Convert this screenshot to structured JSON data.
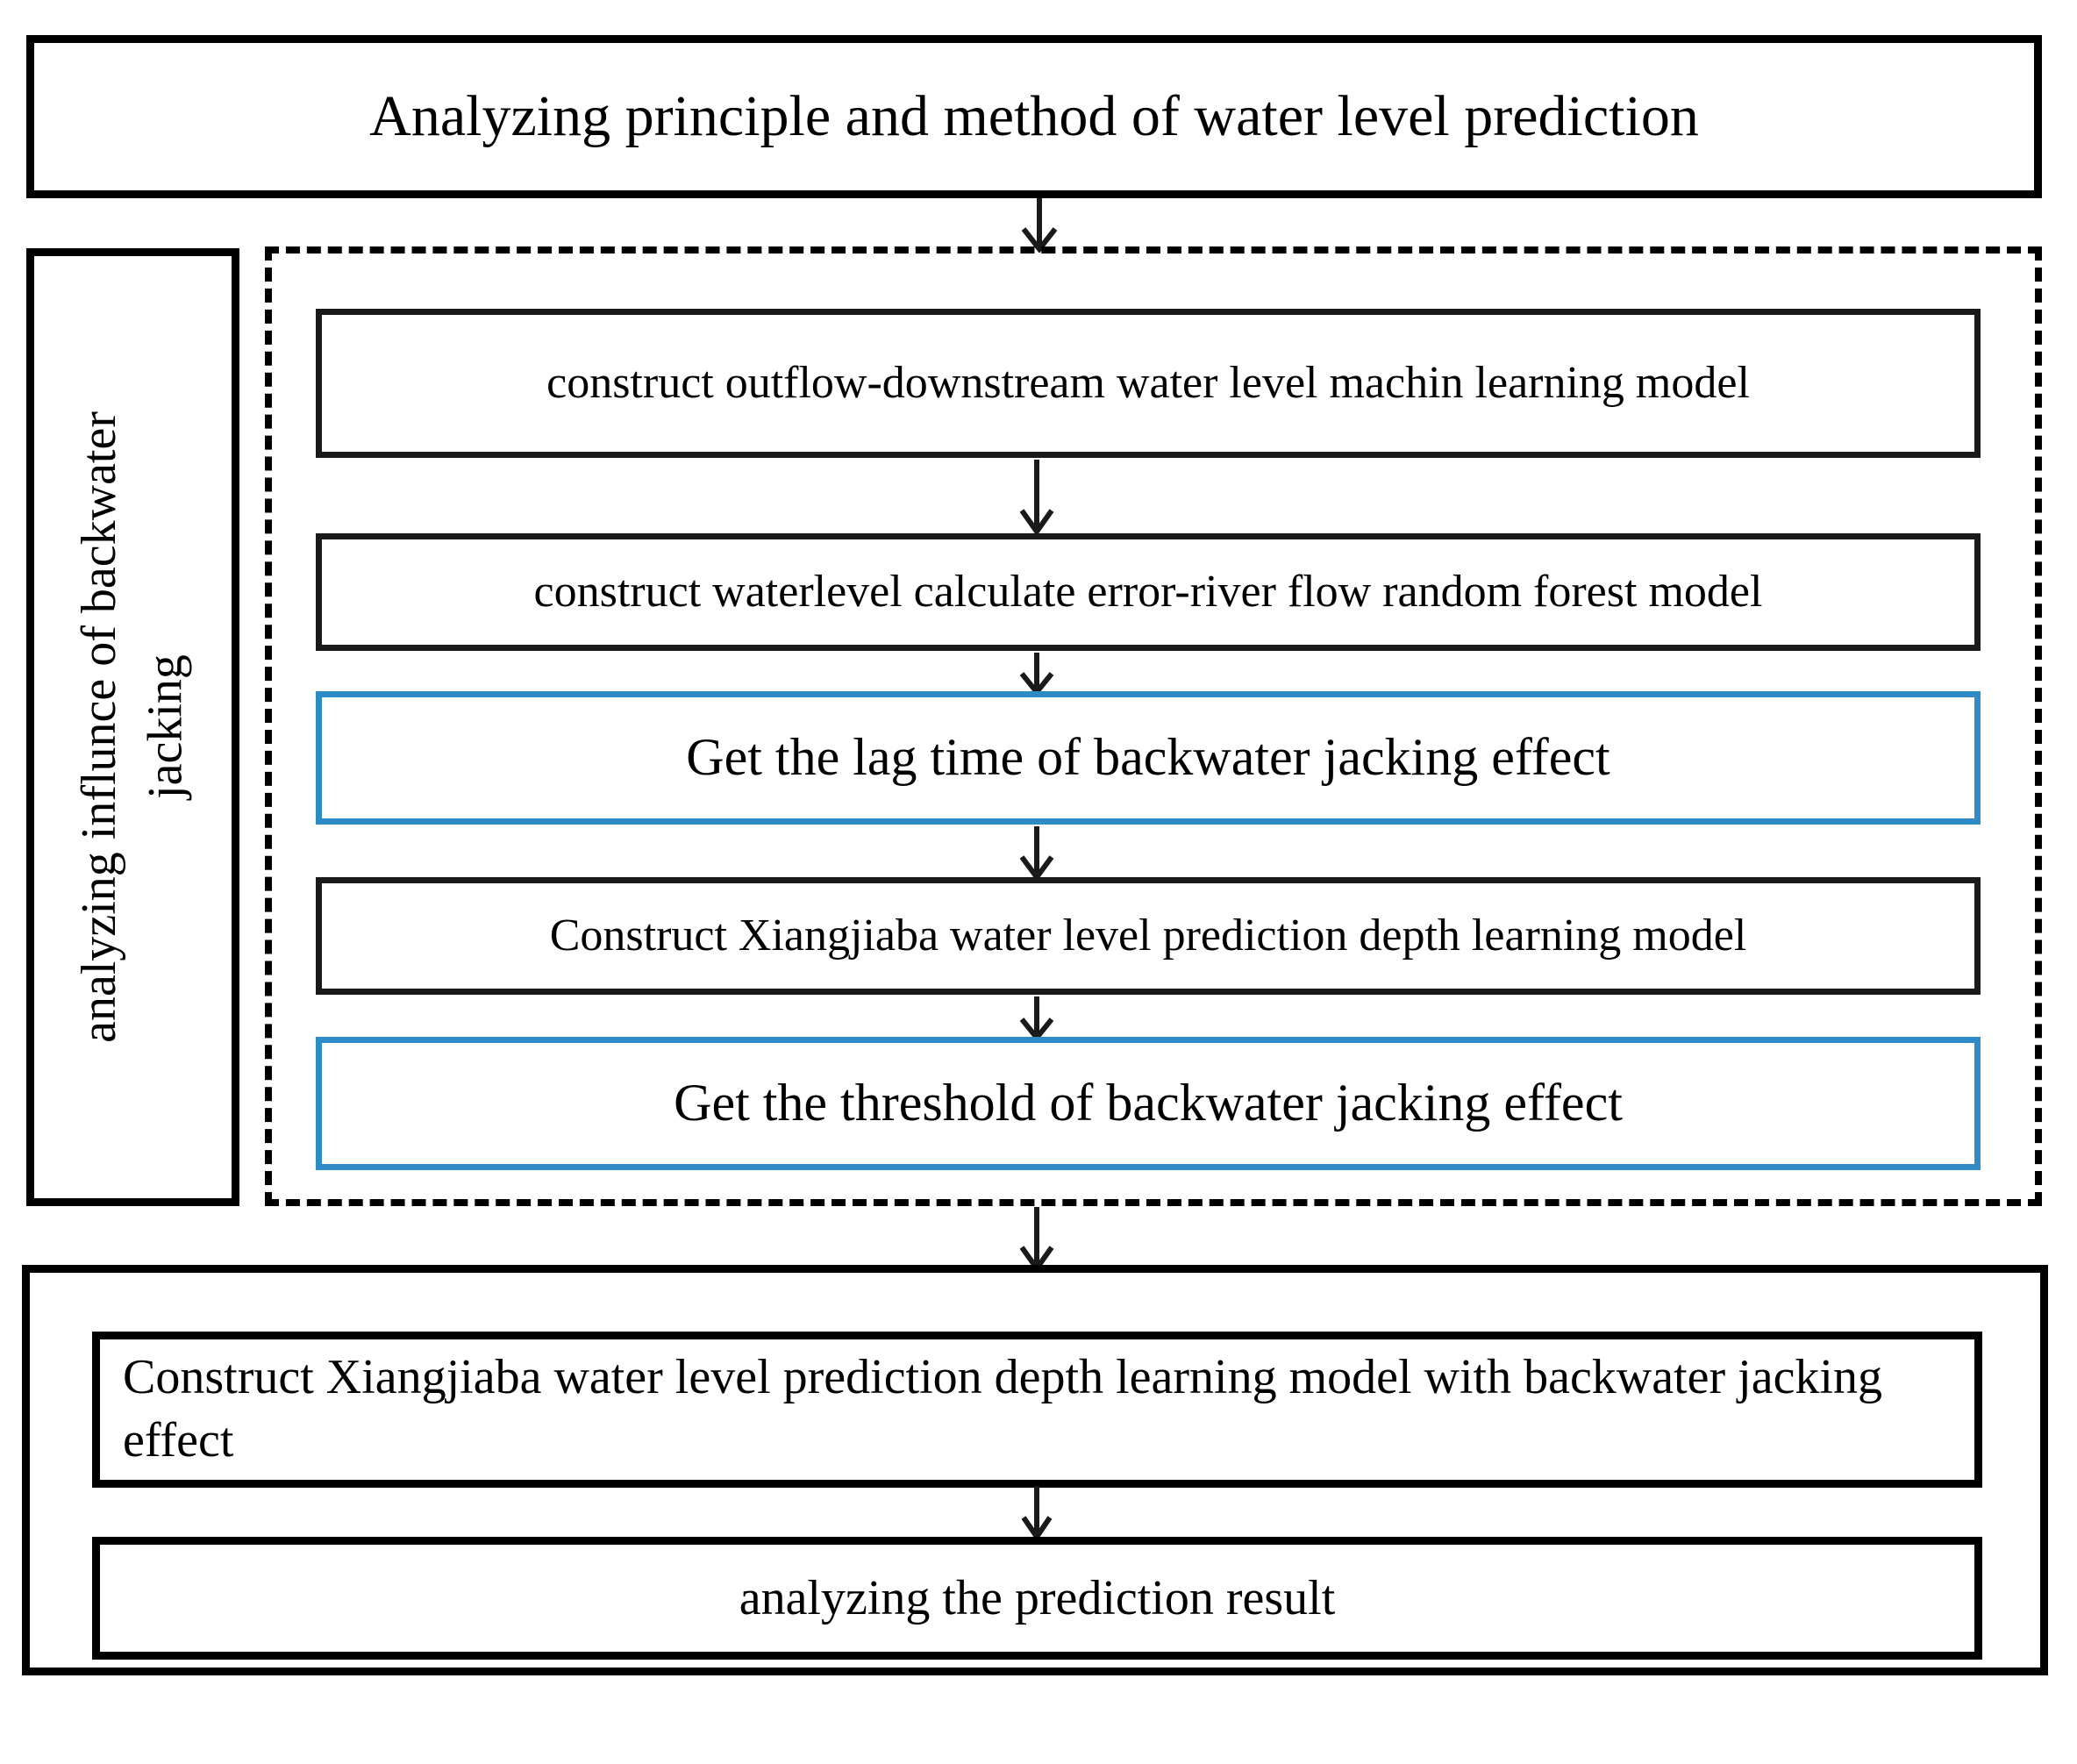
{
  "diagram": {
    "title": "Analyzing principle and method of water level prediction",
    "sidebar": {
      "label": "analyzing influnce of backwater\njacking"
    },
    "dashed_group": {
      "name": "backwater-jacking-analysis-group",
      "steps": [
        {
          "id": "step-1",
          "text": "construct outflow-downstream water level machin learning model",
          "border_color": "#000000",
          "style": "solid"
        },
        {
          "id": "step-2",
          "text": "construct waterlevel calculate error-river flow random forest model",
          "border_color": "#000000",
          "style": "solid"
        },
        {
          "id": "step-3",
          "text": "Get the lag time of backwater jacking effect",
          "border_color": "#2e8bc8",
          "style": "solid-blue"
        },
        {
          "id": "step-4",
          "text": "Construct Xiangjiaba water level prediction depth learning model",
          "border_color": "#000000",
          "style": "solid"
        },
        {
          "id": "step-5",
          "text": "Get the threshold of backwater jacking effect",
          "border_color": "#2e8bc8",
          "style": "solid-blue"
        }
      ]
    },
    "bottom_group": {
      "name": "final-model-and-result-group",
      "boxes": [
        {
          "id": "result-1",
          "text": "Construct Xiangjiaba water level prediction depth learning model with backwater jacking effect"
        },
        {
          "id": "result-2",
          "text": "analyzing the prediction result"
        }
      ]
    },
    "colors": {
      "accent_blue": "#2e8bc8",
      "line_black": "#000000",
      "background": "#ffffff"
    },
    "connectors": [
      {
        "name": "title-to-group",
        "from": "title-box",
        "to": "dashed-region"
      },
      {
        "name": "step1-to-step2",
        "from": "step-1",
        "to": "step-2"
      },
      {
        "name": "step2-to-step3",
        "from": "step-2",
        "to": "step-3"
      },
      {
        "name": "step3-to-step4",
        "from": "step-3",
        "to": "step-4"
      },
      {
        "name": "step4-to-step5",
        "from": "step-4",
        "to": "step-5"
      },
      {
        "name": "group-to-result1",
        "from": "dashed-region",
        "to": "result-1"
      },
      {
        "name": "result1-to-result2",
        "from": "result-1",
        "to": "result-2"
      }
    ]
  }
}
